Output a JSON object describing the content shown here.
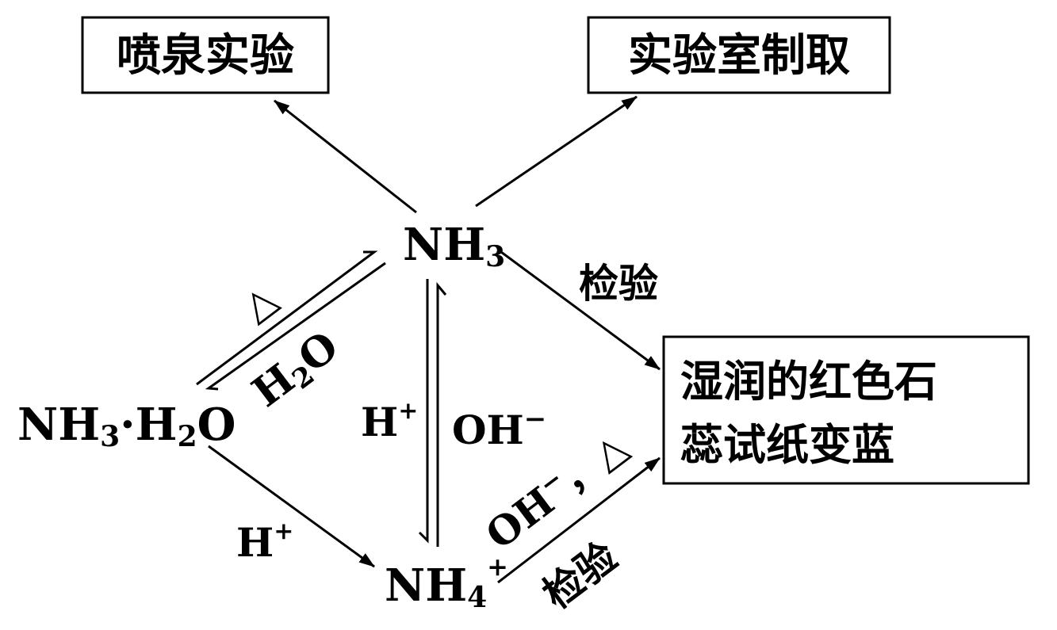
{
  "boxes": {
    "fountain": "喷泉实验",
    "lab_prep": "实验室制取",
    "litmus_line1": "湿润的红色石",
    "litmus_line2": "蕊试纸变蓝"
  },
  "nodes": {
    "nh3": {
      "main": "NH",
      "sub": "3"
    },
    "nh3h2o": {
      "a": "NH",
      "a_sub": "3",
      "dot": "·H",
      "b_sub": "2",
      "c": "O"
    },
    "nh4": {
      "main": "NH",
      "sub": "4",
      "sup": "+"
    }
  },
  "labels": {
    "heat": "△",
    "water": {
      "a": "H",
      "sub": "2",
      "b": "O"
    },
    "test_upper": "检验",
    "h_plus_vertical": {
      "a": "H",
      "sup": "+"
    },
    "oh_minus_vertical": {
      "a": "OH",
      "sup": "−"
    },
    "h_plus_lower": {
      "a": "H",
      "sup": "+"
    },
    "oh_heat": {
      "a": "OH",
      "sup": "−",
      "b": "，△"
    },
    "test_lower": "检验"
  }
}
